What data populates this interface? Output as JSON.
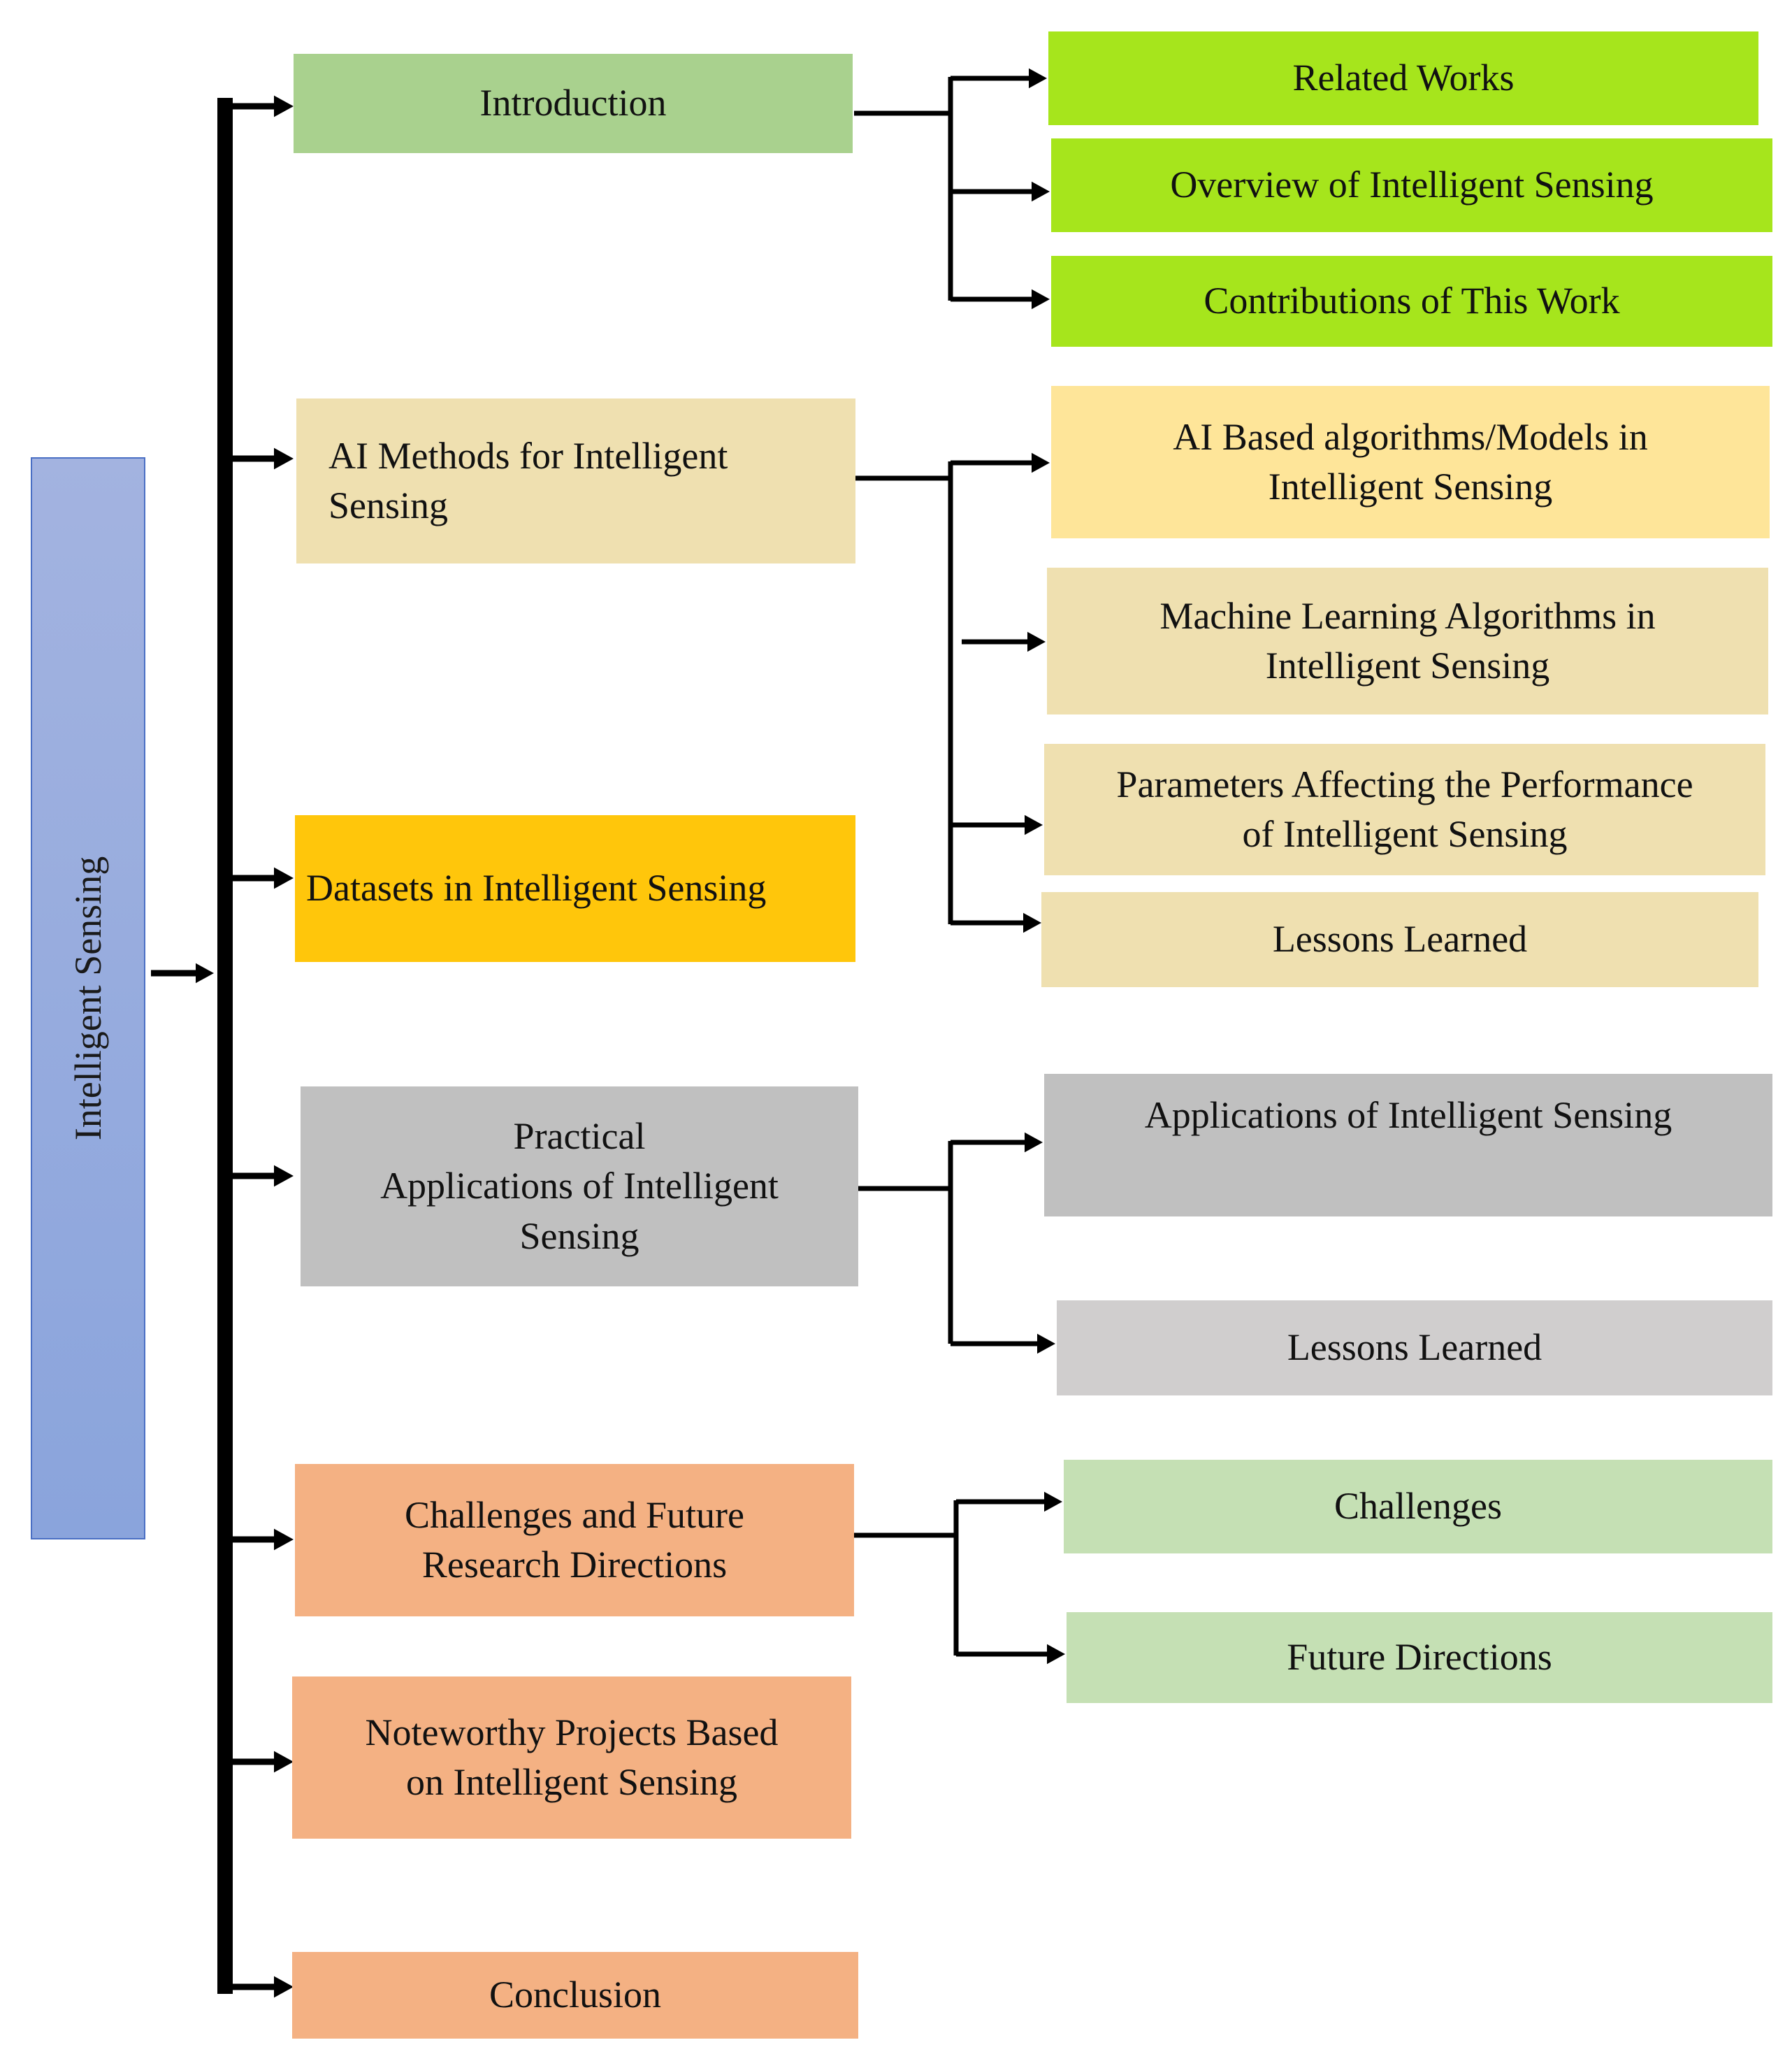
{
  "root": {
    "label": "Intelligent Sensing",
    "color": "#93a9de"
  },
  "colors": {
    "green": "#a9d18e",
    "lime": "#a6e51c",
    "tan": "#efe0b0",
    "lightorange": "#fee599",
    "gold": "#ffc60b",
    "gray": "#c0c0c0",
    "lightgray": "#d0cece",
    "salmon": "#f4b183",
    "palegreen": "#c5e0b4",
    "connector": "#000000"
  },
  "sections": [
    {
      "id": "introduction",
      "label": "Introduction",
      "children": [
        "Related Works",
        "Overview of  Intelligent Sensing",
        "Contributions of This Work"
      ]
    },
    {
      "id": "ai-methods",
      "label": "AI Methods for Intelligent\nSensing",
      "children": [
        "AI Based algorithms/Models in\nIntelligent Sensing",
        "Machine Learning Algorithms in\nIntelligent Sensing",
        "Parameters Affecting the Performance\nof Intelligent Sensing",
        "Lessons Learned"
      ]
    },
    {
      "id": "datasets",
      "label": "Datasets in Intelligent Sensing",
      "children": []
    },
    {
      "id": "practical-applications",
      "label": "Practical\nApplications of Intelligent\nSensing",
      "children": [
        "Applications of Intelligent Sensing",
        "Lessons Learned"
      ]
    },
    {
      "id": "challenges",
      "label": "Challenges and Future\nResearch Directions",
      "children": [
        "Challenges",
        "Future Directions"
      ]
    },
    {
      "id": "noteworthy-projects",
      "label": "Noteworthy Projects Based\non Intelligent Sensing",
      "children": []
    },
    {
      "id": "conclusion",
      "label": "Conclusion",
      "children": []
    }
  ]
}
